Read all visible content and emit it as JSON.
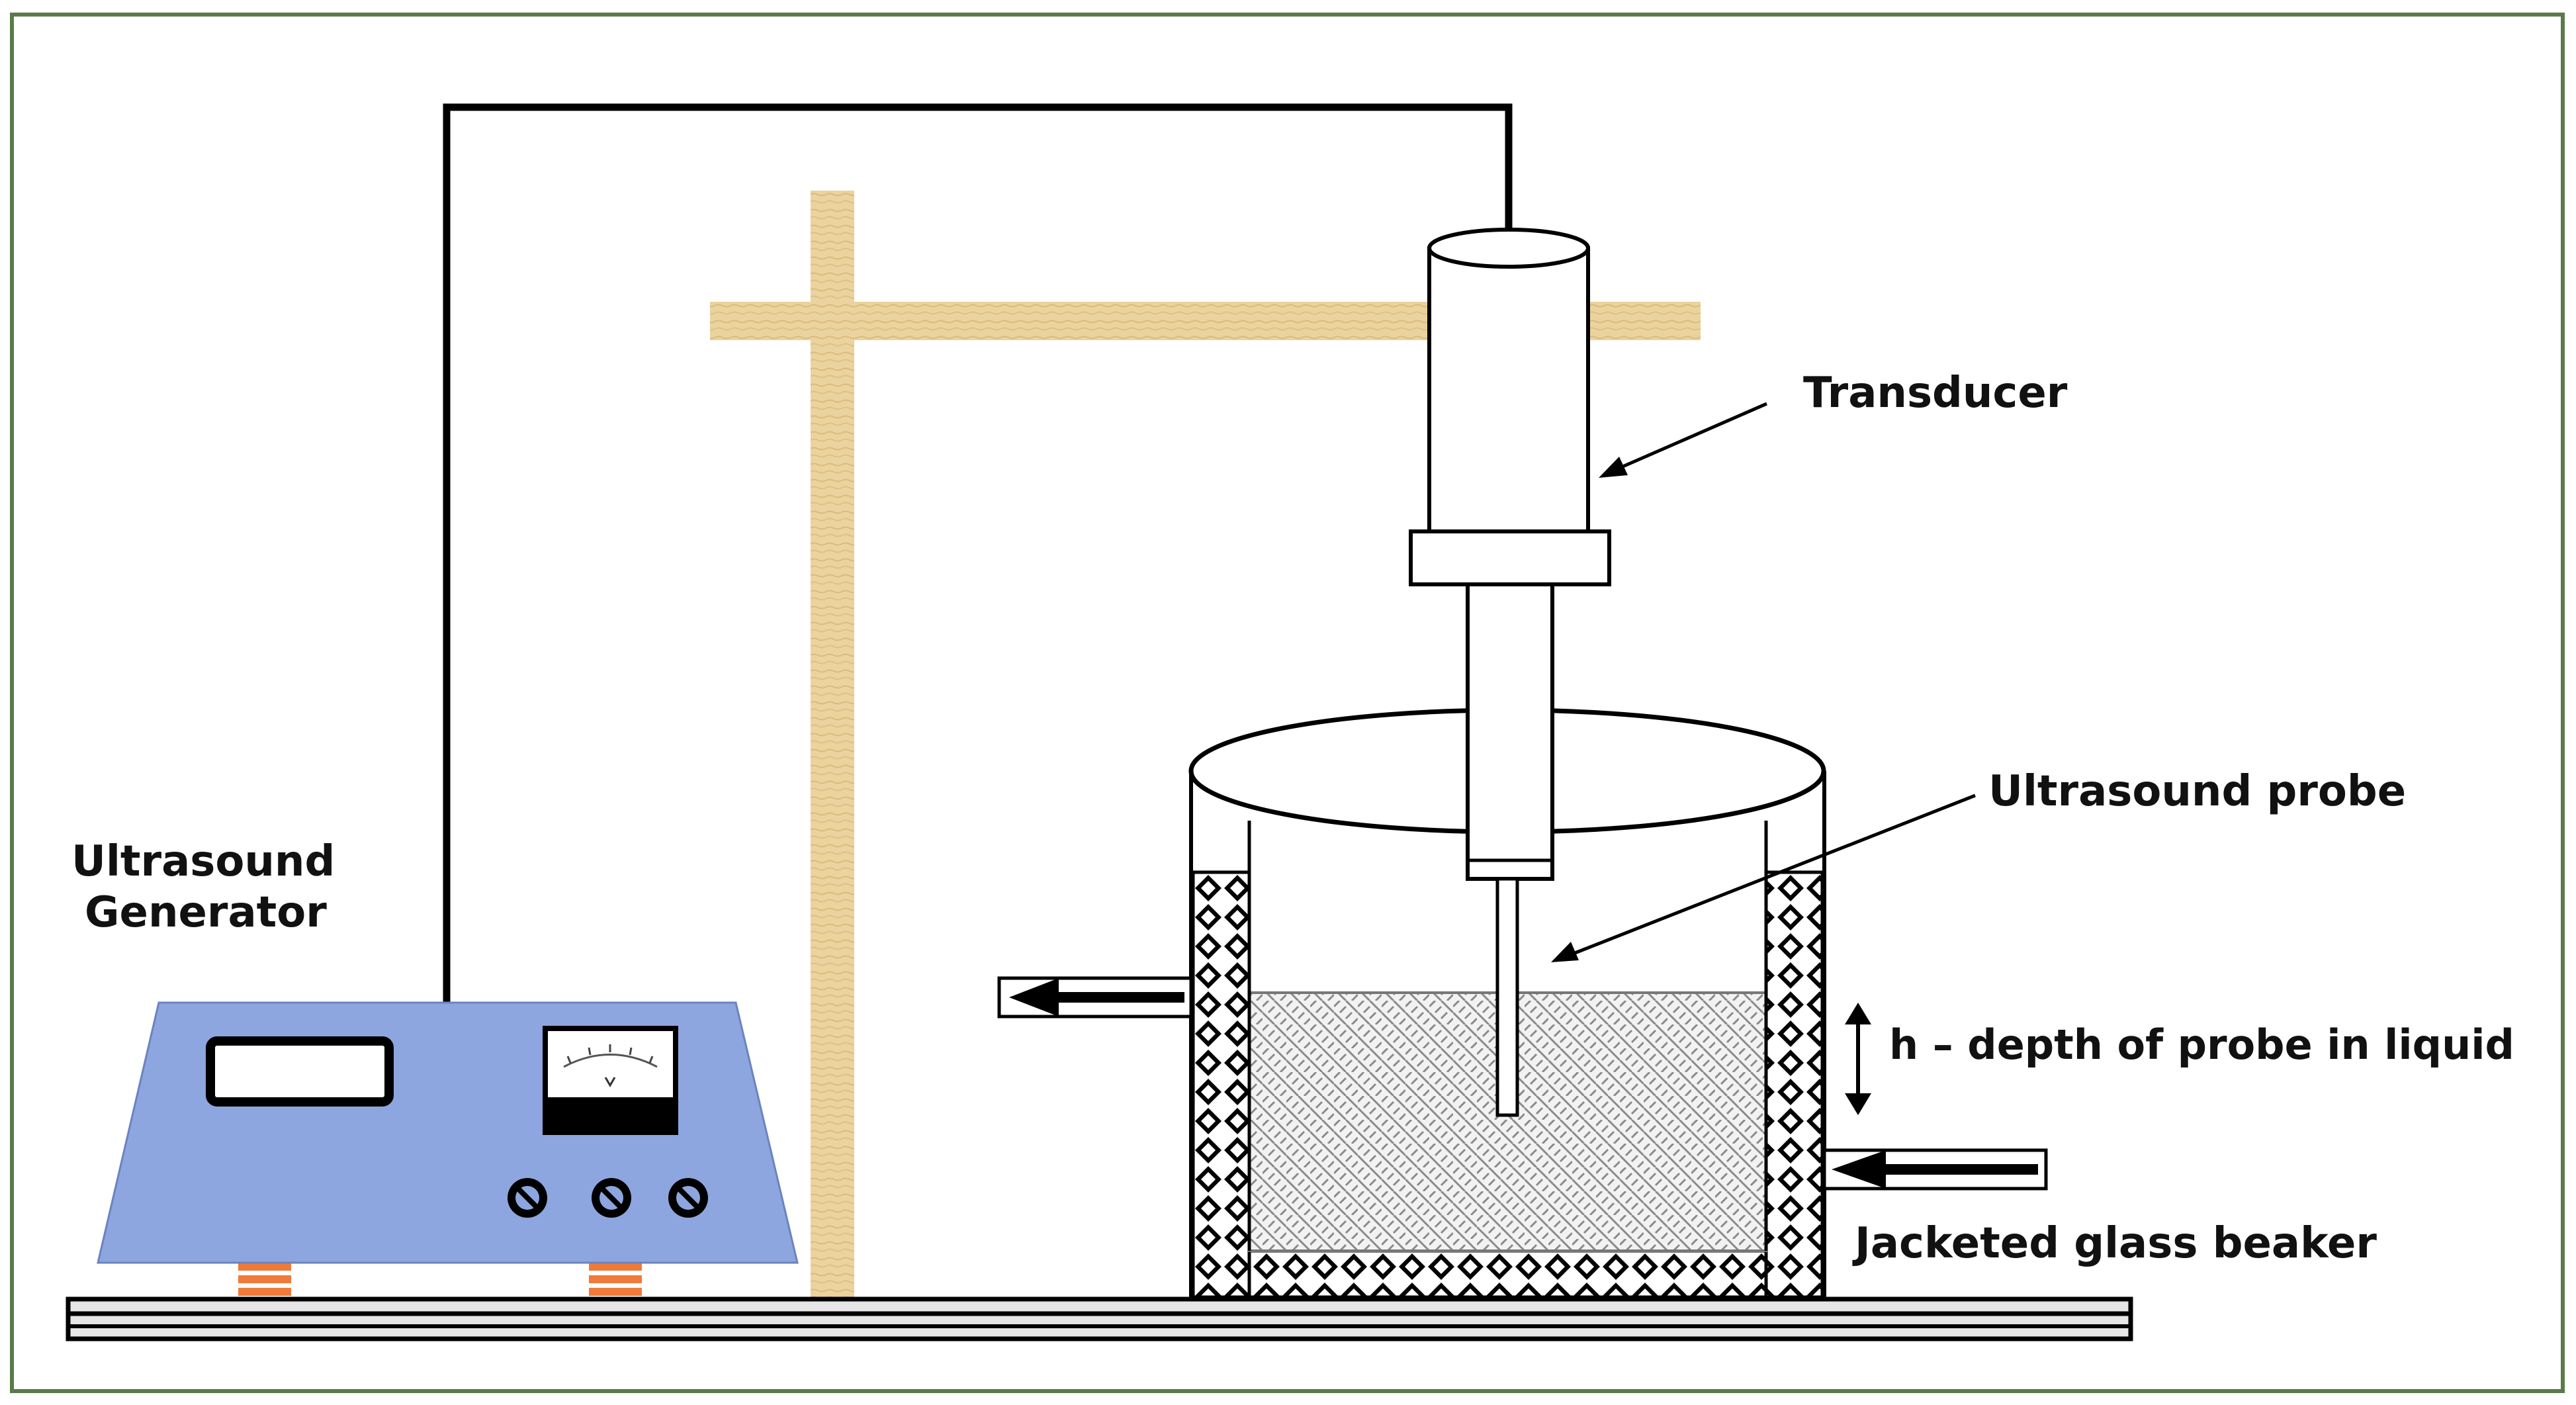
{
  "labels": {
    "transducer": "Transducer",
    "generator_line1": "Ultrasound",
    "generator_line2": "Generator",
    "probe": "Ultrasound probe",
    "depth": "h – depth of probe in liquid",
    "beaker": "Jacketed glass beaker"
  },
  "colors": {
    "frame": "#5a7a4a",
    "stand": "#e8d09a",
    "generator_body": "#8ea6df",
    "feet": "#f07a3a",
    "outline": "#000000",
    "liquid_pattern": "#9a9a9a",
    "jacket_pattern": "#000000"
  },
  "icons": {
    "meter": "analog-meter-icon",
    "knob": "control-knob-icon",
    "arrow": "arrow-icon"
  }
}
